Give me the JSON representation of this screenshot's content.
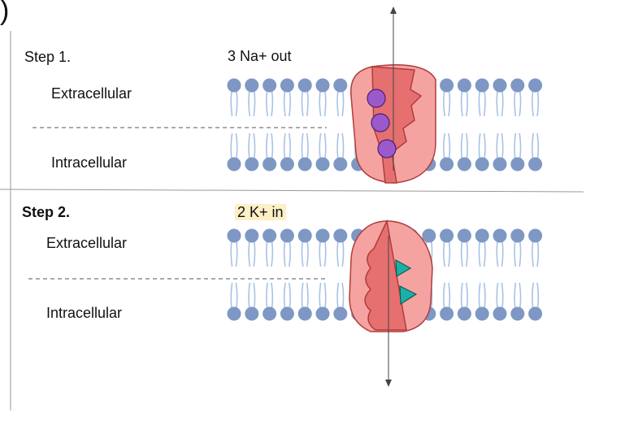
{
  "corner_mark": ")",
  "step1": {
    "title": "Step 1.",
    "ion_label": "3 Na+ out",
    "extracellular": "Extracellular",
    "intracellular": "Intracellular"
  },
  "step2": {
    "title": "Step 2.",
    "ion_label": "2 K+ in",
    "extracellular": "Extracellular",
    "intracellular": "Intracellular"
  },
  "colors": {
    "lipid_head": "#7e97c4",
    "lipid_tail": "#a9c2e6",
    "protein_outer": "#f4a3a1",
    "protein_inner": "#e5706f",
    "protein_outline": "#b03c3c",
    "sodium_ion": "#9b59c9",
    "potassium_ion": "#1ab0a8",
    "label_highlight": "#fdefc6",
    "divider": "#999999"
  }
}
